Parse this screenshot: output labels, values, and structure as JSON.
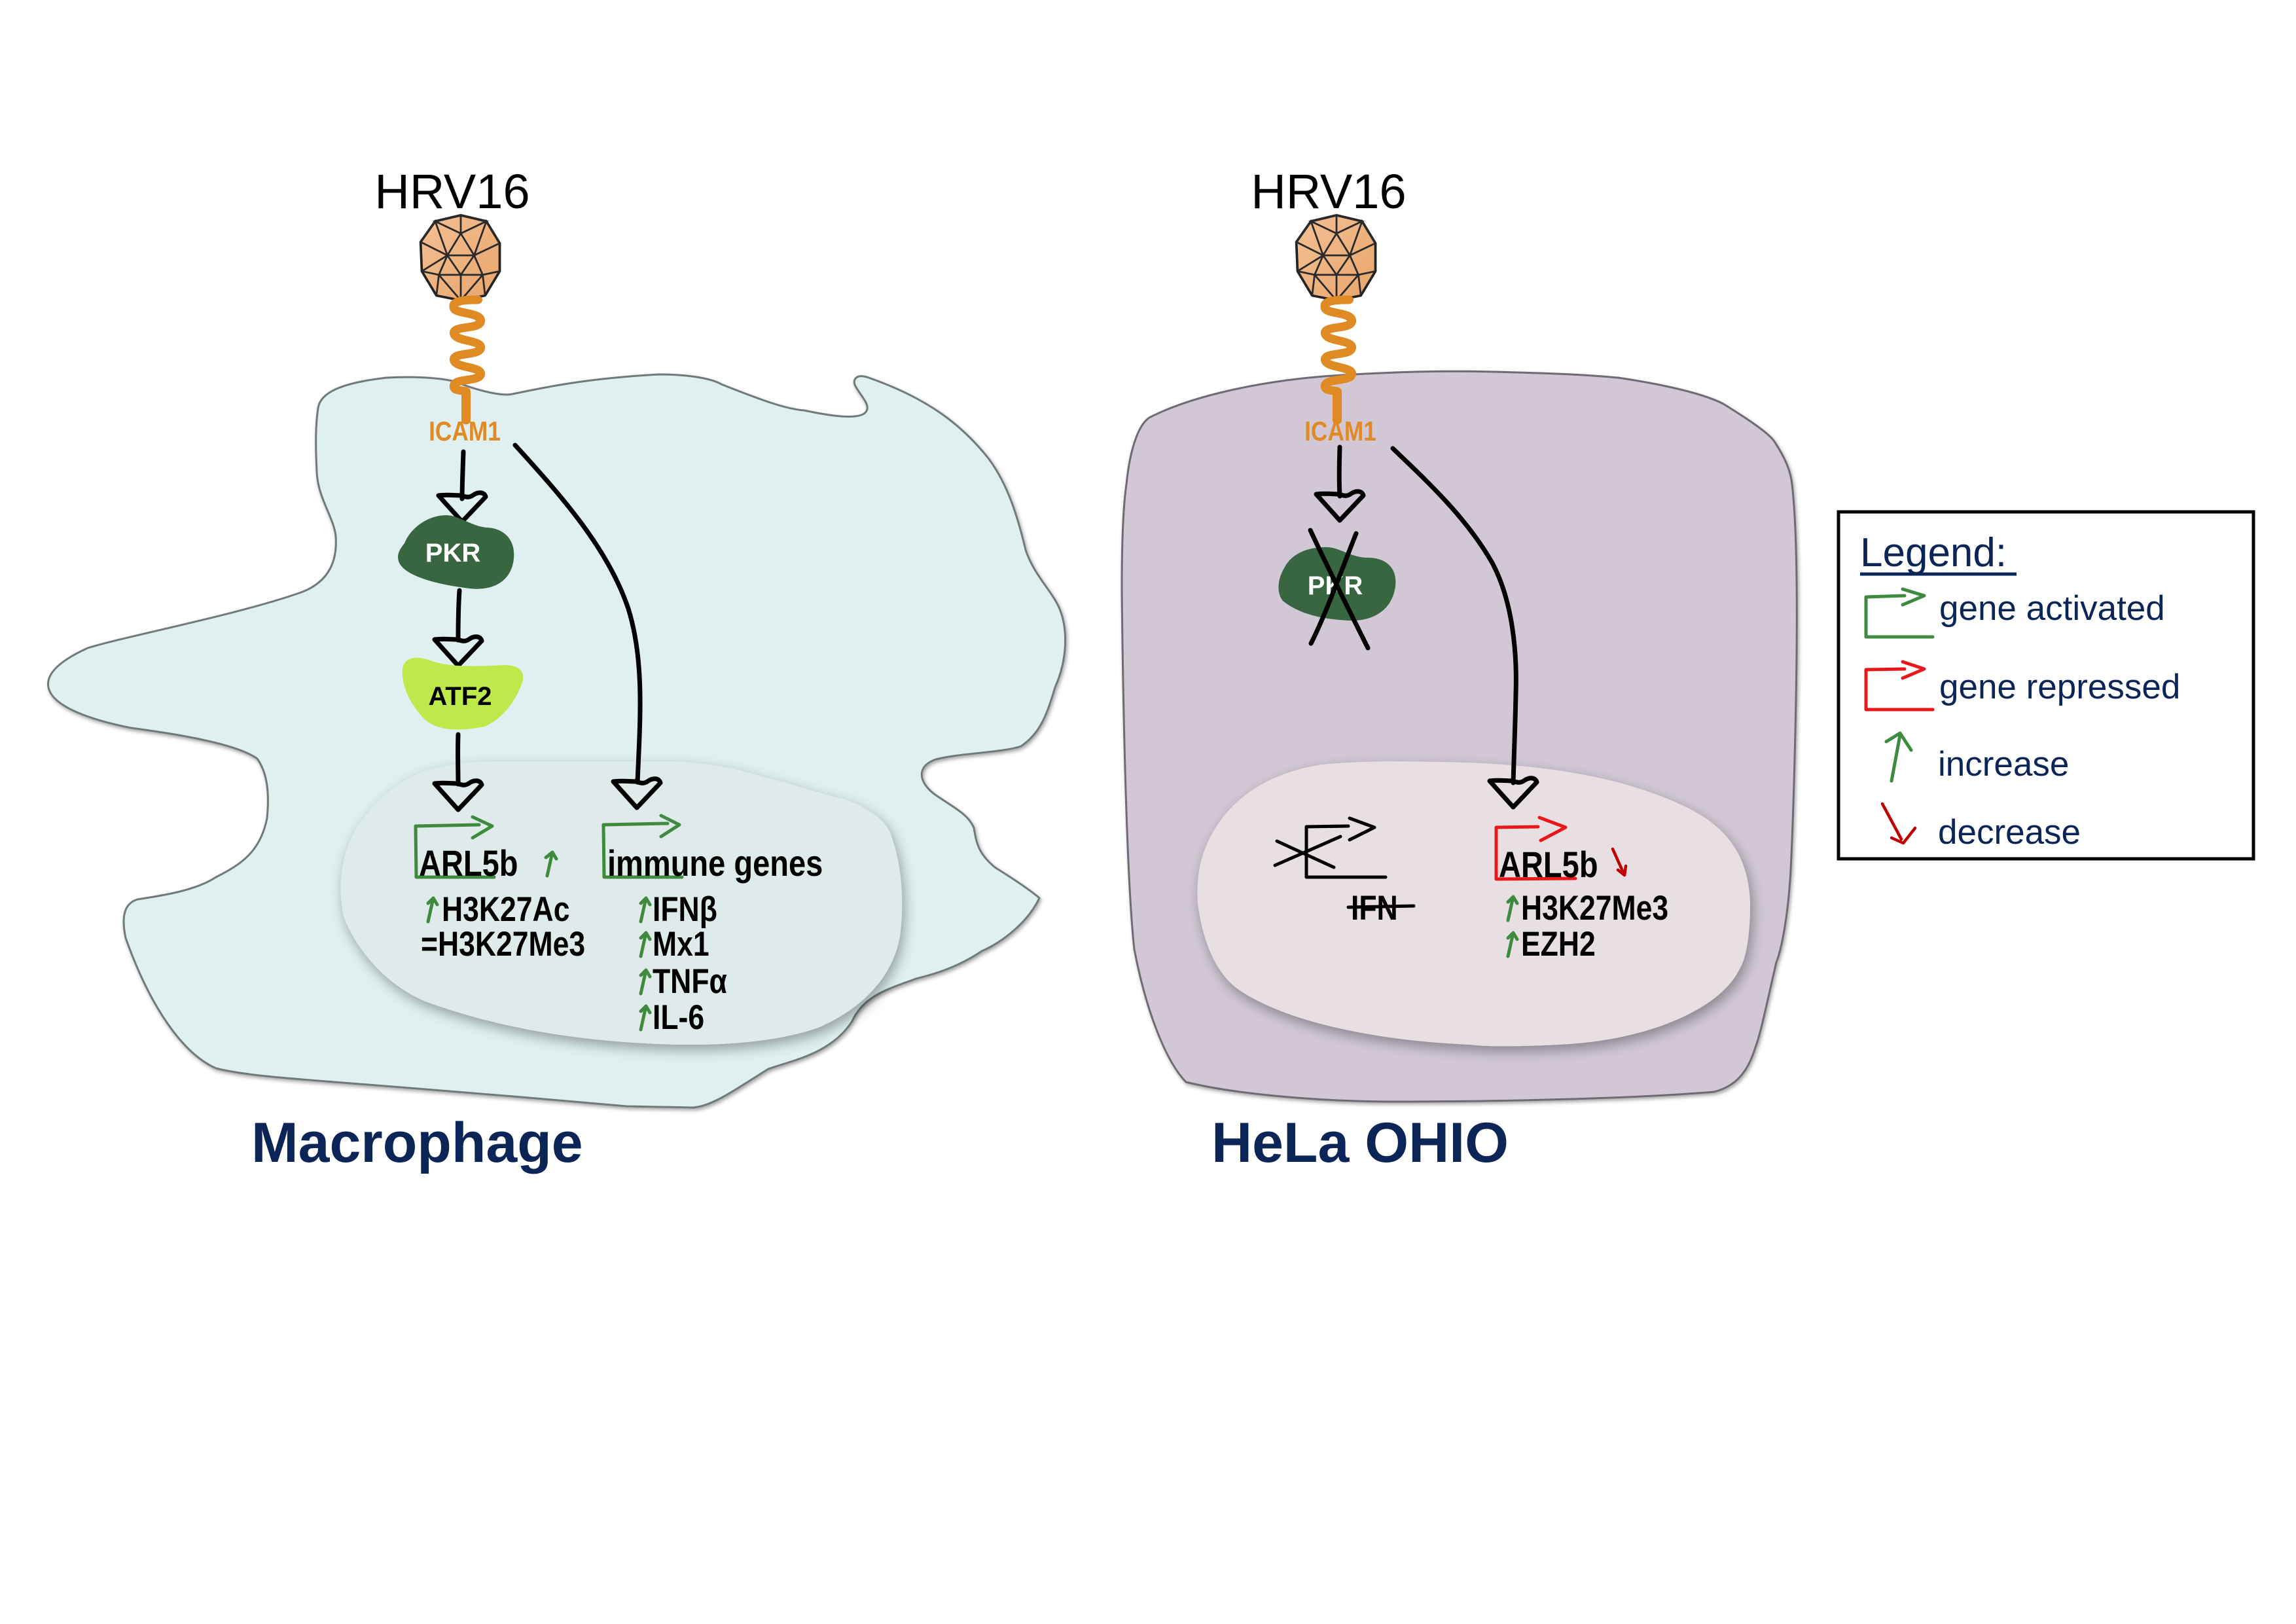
{
  "figure": {
    "colors": {
      "macrophage_cytoplasm": "#e0f0f0",
      "macrophage_nucleus": "#dfeaea",
      "hela_cytoplasm": "#d2c8d5",
      "hela_nucleus": "#e8dfe3",
      "receptor_orange": "#e08a23",
      "pkr_dark_green": "#376640",
      "atf2_lime": "#bde94a",
      "activated_green": "#3e8a3e",
      "repressed_red": "#e81818",
      "decrease_red": "#c00000",
      "label_navy": "#0c2557",
      "virus_tan": "#eeb07a"
    }
  },
  "macrophage": {
    "virus_label": "HRV16",
    "receptor_label": "ICAM1",
    "pkr_label": "PKR",
    "atf2_label": "ATF2",
    "gene1": {
      "name_underlined": "ARL",
      "name_rest": "5b",
      "promoter_state": "gene activated",
      "change_icon": "increase-arrow-icon"
    },
    "gene1_marks": [
      {
        "prefix_icon": "increase-arrow-icon",
        "text": "H3K27Ac"
      },
      {
        "prefix": "=",
        "text": "H3K27Me3"
      }
    ],
    "gene2": {
      "name_underlined": "imm",
      "name_rest": "une genes",
      "promoter_state": "gene activated"
    },
    "gene2_targets": [
      {
        "prefix_icon": "increase-arrow-icon",
        "text": "IFNβ"
      },
      {
        "prefix_icon": "increase-arrow-icon",
        "text": "Mx1"
      },
      {
        "prefix_icon": "increase-arrow-icon",
        "text": "TNFα"
      },
      {
        "prefix_icon": "increase-arrow-icon",
        "text": "IL-6"
      }
    ],
    "cell_label": "Macrophage"
  },
  "hela": {
    "virus_label": "HRV16",
    "receptor_label": "ICAM1",
    "pkr_label": "PKR",
    "pkr_state": "crossed out",
    "ifn_label": "IFN",
    "ifn_state": "struck through, promoter crossed out",
    "gene1": {
      "name_underlined": "ARL",
      "name_rest": "5b",
      "promoter_state": "gene repressed",
      "change_icon": "decrease-arrow-icon"
    },
    "gene1_marks": [
      {
        "prefix_icon": "increase-arrow-icon",
        "text": "H3K27Me3"
      },
      {
        "prefix_icon": "increase-arrow-icon",
        "text": "EZH2"
      }
    ],
    "cell_label": "HeLa OHIO"
  },
  "legend": {
    "title": "Legend:",
    "items": [
      {
        "icon": "activated-promoter-icon",
        "label": "gene activated"
      },
      {
        "icon": "repressed-promoter-icon",
        "label": "gene repressed"
      },
      {
        "icon": "increase-arrow-icon",
        "label": "increase"
      },
      {
        "icon": "decrease-arrow-icon",
        "label": "decrease"
      }
    ]
  }
}
